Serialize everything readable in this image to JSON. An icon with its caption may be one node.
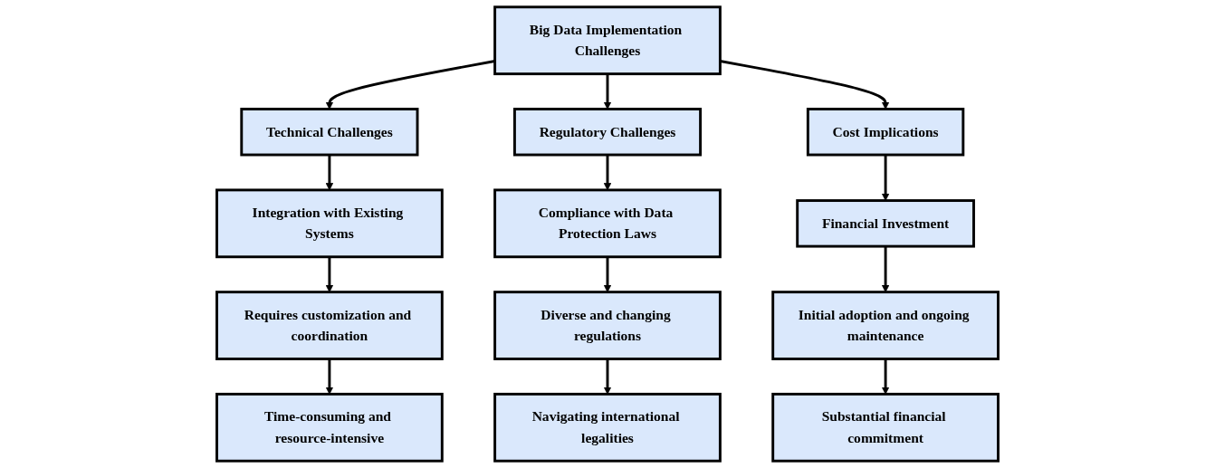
{
  "diagram": {
    "nodes": [
      {
        "text": [
          "Big Data Implementation Challenges"
        ]
      },
      {
        "text": [
          "Technical Challenges"
        ]
      },
      {
        "text": [
          "Regulatory Challenges"
        ]
      },
      {
        "text": [
          "Cost Implications"
        ]
      },
      {
        "text": [
          "Integration with Existing Systems"
        ]
      },
      {
        "text": [
          "Compliance with Data Protection Laws"
        ]
      },
      {
        "text": [
          "Financial Investment"
        ]
      },
      {
        "text": [
          "Requires customization and coordination"
        ]
      },
      {
        "text": [
          "Diverse and changing regulations"
        ]
      },
      {
        "text": [
          "Initial adoption and ongoing maintenance"
        ]
      },
      {
        "text": [
          "Time-consuming and resource-intensive"
        ]
      },
      {
        "text": [
          "Navigating international legalities"
        ]
      },
      {
        "text": [
          "Substantial financial commitment"
        ]
      }
    ],
    "edges": [
      {
        "from": 0,
        "to": 1,
        "arrow": "to"
      },
      {
        "from": 0,
        "to": 2,
        "arrow": "to"
      },
      {
        "from": 0,
        "to": 3,
        "arrow": "to"
      },
      {
        "from": 1,
        "to": 4,
        "arrow": "to"
      },
      {
        "from": 2,
        "to": 5,
        "arrow": "to"
      },
      {
        "from": 3,
        "to": 6,
        "arrow": "to"
      },
      {
        "from": 4,
        "to": 7,
        "arrow": "to"
      },
      {
        "from": 5,
        "to": 8,
        "arrow": "to"
      },
      {
        "from": 6,
        "to": 9,
        "arrow": "to"
      },
      {
        "from": 7,
        "to": 10,
        "arrow": "to"
      },
      {
        "from": 8,
        "to": 11,
        "arrow": "to"
      },
      {
        "from": 9,
        "to": 12,
        "arrow": "to"
      }
    ]
  }
}
